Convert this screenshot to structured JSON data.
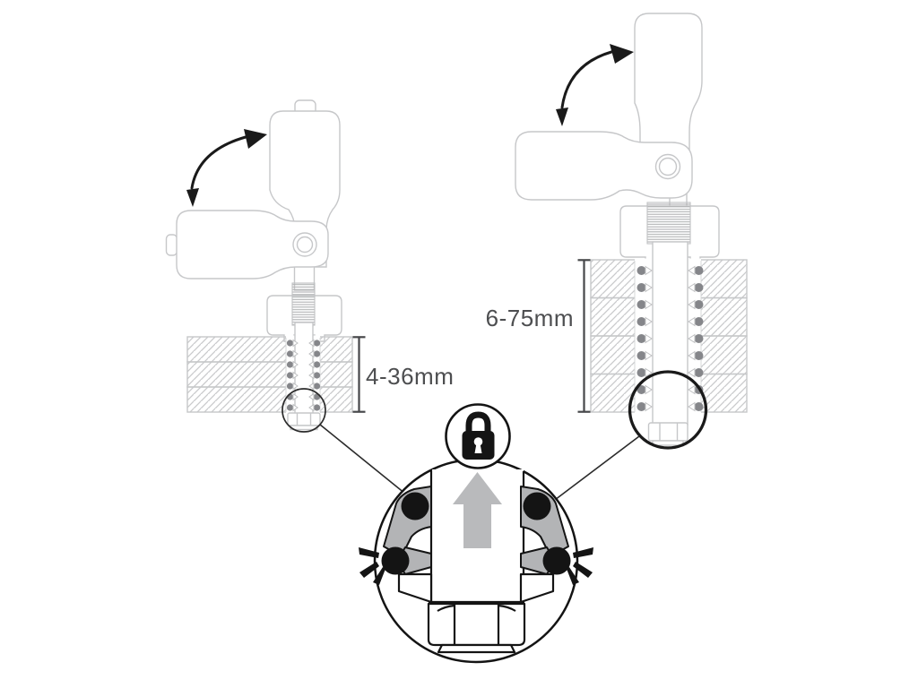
{
  "diagram": {
    "left_clamp": {
      "range_label": "4-36mm",
      "plate_count": 3
    },
    "right_clamp": {
      "range_label": "6-75mm",
      "plate_count": 4
    },
    "detail_view": {
      "icons": {
        "lock": "padlock-icon",
        "direction": "up-arrow-icon",
        "engagement": "click-burst-icon"
      }
    },
    "colors": {
      "background": "#ffffff",
      "machine_outline": "#c6c7c9",
      "ink": "#141414",
      "mid_gray": "#b3b4b6",
      "detent_ball": "#85868a",
      "label_text": "#4d4e50"
    }
  }
}
